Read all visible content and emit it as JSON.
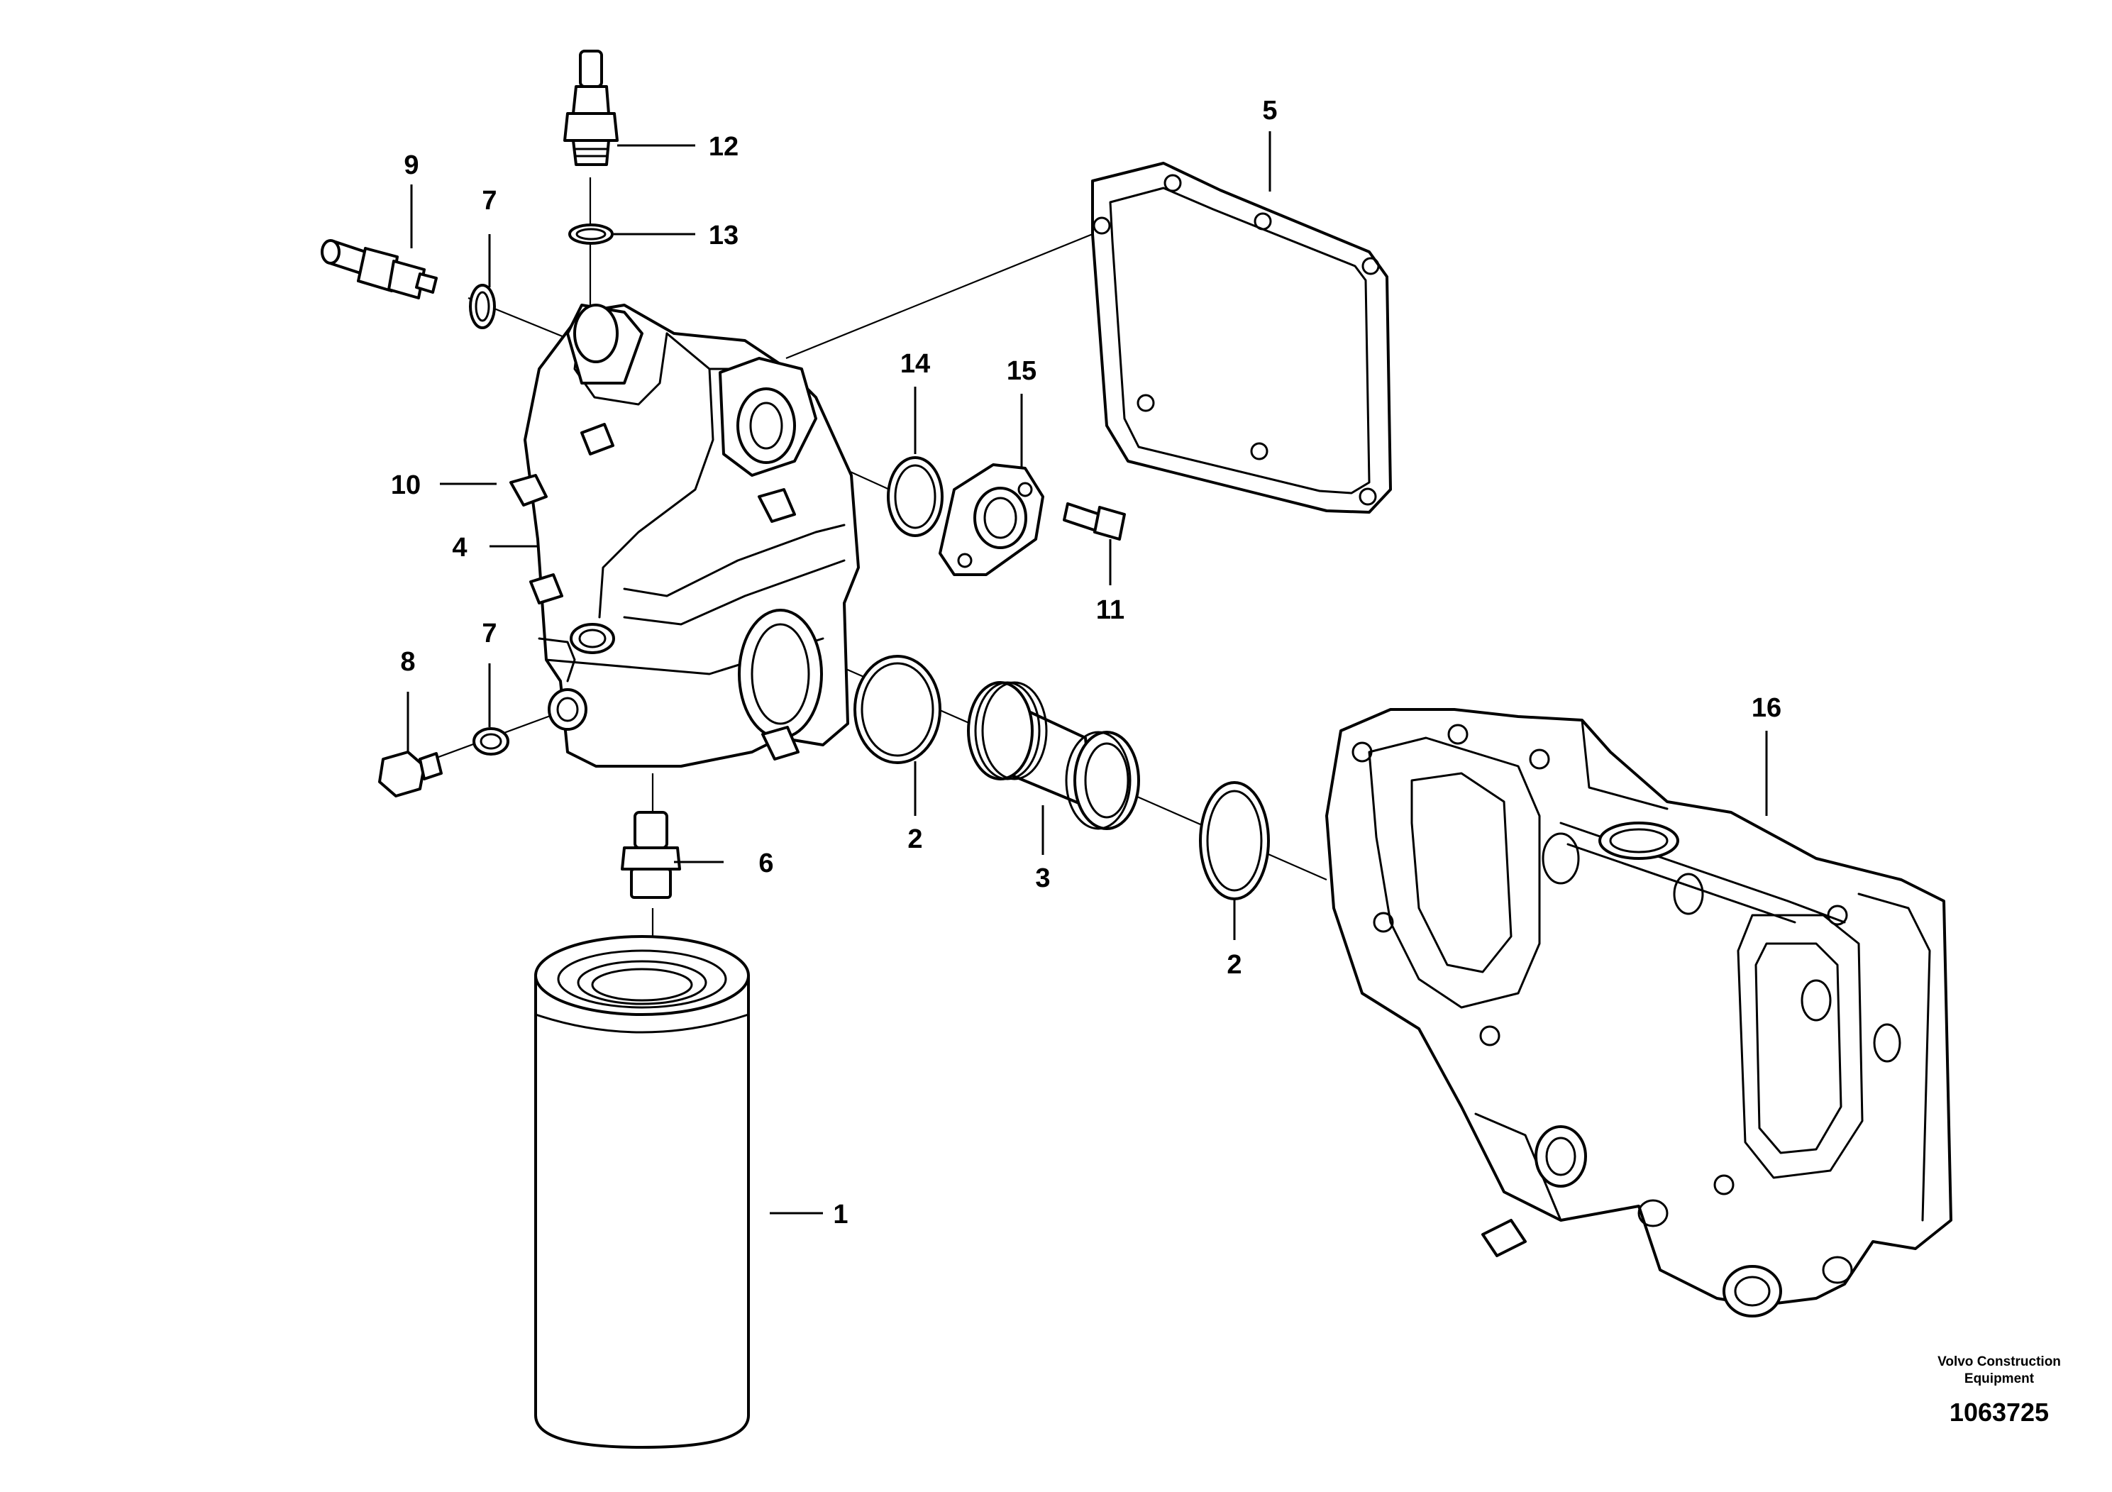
{
  "diagram": {
    "callouts": [
      {
        "id": "c1",
        "label": "1"
      },
      {
        "id": "c2a",
        "label": "2"
      },
      {
        "id": "c2b",
        "label": "2"
      },
      {
        "id": "c3",
        "label": "3"
      },
      {
        "id": "c4",
        "label": "4"
      },
      {
        "id": "c5",
        "label": "5"
      },
      {
        "id": "c6",
        "label": "6"
      },
      {
        "id": "c7a",
        "label": "7"
      },
      {
        "id": "c7b",
        "label": "7"
      },
      {
        "id": "c8",
        "label": "8"
      },
      {
        "id": "c9",
        "label": "9"
      },
      {
        "id": "c10",
        "label": "10"
      },
      {
        "id": "c11",
        "label": "11"
      },
      {
        "id": "c12",
        "label": "12"
      },
      {
        "id": "c13",
        "label": "13"
      },
      {
        "id": "c14",
        "label": "14"
      },
      {
        "id": "c15",
        "label": "15"
      },
      {
        "id": "c16",
        "label": "16"
      }
    ],
    "credit_line1": "Volvo Construction",
    "credit_line2": "Equipment",
    "drawing_number": "1063725"
  }
}
